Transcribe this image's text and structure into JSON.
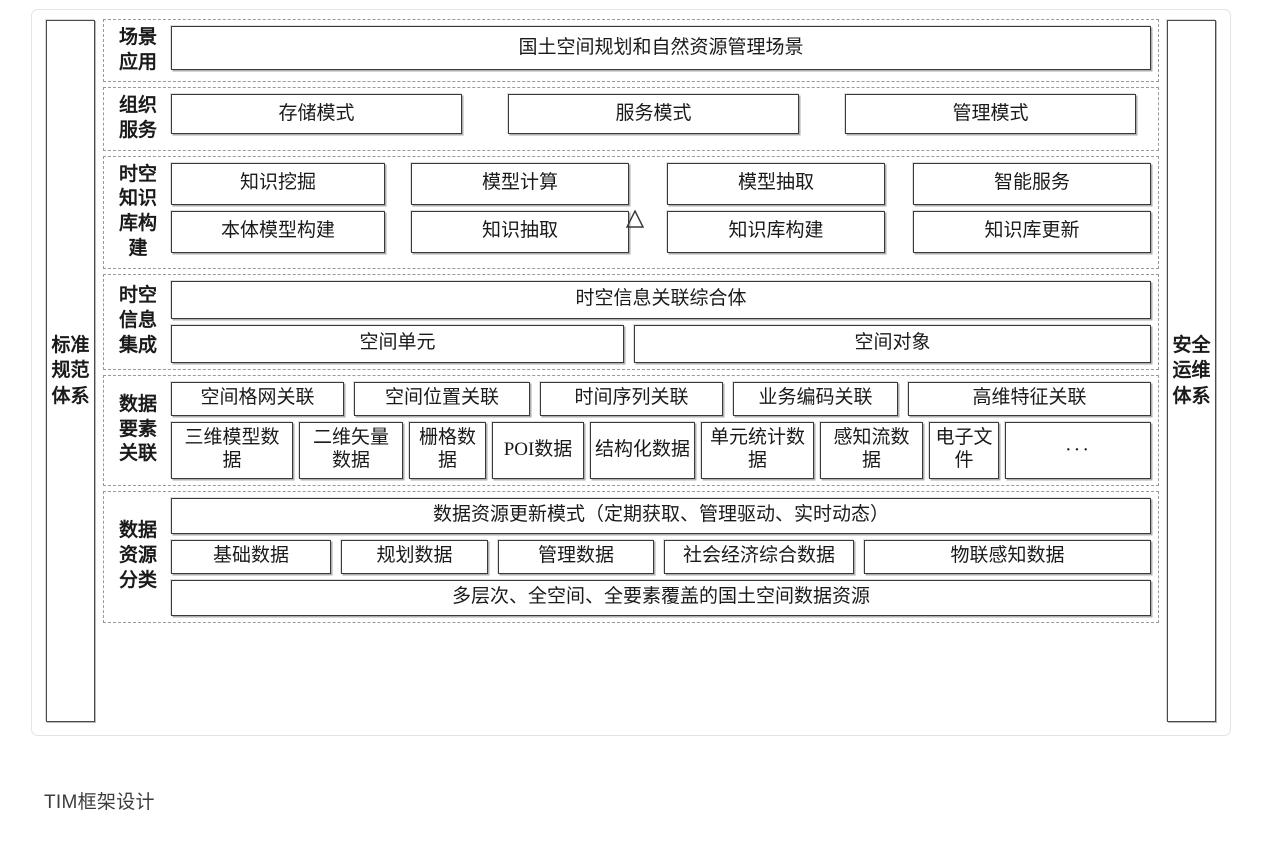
{
  "figure": {
    "caption": "TIM框架设计",
    "left_pillar": "标准规范体系",
    "right_pillar": "安全运维体系",
    "marker_glyph": "triangle-delta"
  },
  "layers": [
    {
      "id": "scene-application",
      "label": "场景应用",
      "rows": [
        {
          "items": [
            "国土空间规划和自然资源管理场景"
          ]
        }
      ]
    },
    {
      "id": "organization-service",
      "label": "组织服务",
      "rows": [
        {
          "items": [
            "存储模式",
            "服务模式",
            "管理模式"
          ]
        }
      ]
    },
    {
      "id": "spatiotemporal-knowledge-base",
      "label": "时空知识库构建",
      "rows": [
        {
          "items": [
            "知识挖掘",
            "模型计算",
            "模型抽取",
            "智能服务"
          ]
        },
        {
          "items": [
            "本体模型构建",
            "知识抽取",
            "知识库构建",
            "知识库更新"
          ]
        }
      ]
    },
    {
      "id": "spatiotemporal-information-integration",
      "label": "时空信息集成",
      "rows": [
        {
          "items": [
            "时空信息关联综合体"
          ]
        },
        {
          "items": [
            "空间单元",
            "空间对象"
          ]
        }
      ]
    },
    {
      "id": "data-element-association",
      "label": "数据要素关联",
      "rows": [
        {
          "items": [
            "空间格网关联",
            "空间位置关联",
            "时间序列关联",
            "业务编码关联",
            "高维特征关联"
          ]
        },
        {
          "items": [
            "三维模型数据",
            "二维矢量数据",
            "栅格数据",
            "POI数据",
            "结构化数据",
            "单元统计数据",
            "感知流数据",
            "电子文件",
            "···"
          ]
        }
      ]
    },
    {
      "id": "data-resource-classification",
      "label": "数据资源分类",
      "rows": [
        {
          "items": [
            "数据资源更新模式（定期获取、管理驱动、实时动态）"
          ]
        },
        {
          "items": [
            "基础数据",
            "规划数据",
            "管理数据",
            "社会经济综合数据",
            "物联感知数据"
          ]
        },
        {
          "items": [
            "多层次、全空间、全要素覆盖的国土空间数据资源"
          ]
        }
      ]
    }
  ],
  "colors": {
    "node_border": "#3a3a3a",
    "band_border": "#9a9a9a",
    "frame_border": "#e3e3e3",
    "text": "#1a1a1a",
    "caption_text": "#3c3c3c"
  }
}
